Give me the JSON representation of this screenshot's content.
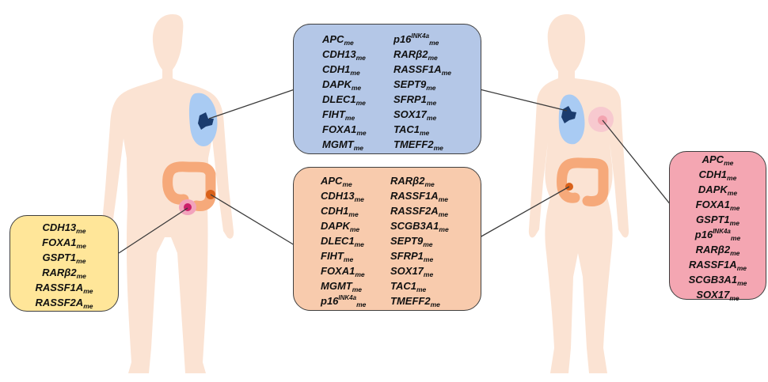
{
  "boxes": {
    "lung": {
      "color": "#b4c7e7",
      "left": [
        {
          "g": "APC",
          "sub": "me"
        },
        {
          "g": "CDH13",
          "sub": "me"
        },
        {
          "g": "CDH1",
          "sub": "me"
        },
        {
          "g": "DAPK",
          "sub": "me"
        },
        {
          "g": "DLEC1",
          "sub": "me"
        },
        {
          "g": "FIHT",
          "sub": "me"
        },
        {
          "g": "FOXA1",
          "sub": "me"
        },
        {
          "g": "MGMT",
          "sub": "me"
        }
      ],
      "right": [
        {
          "g": "p16",
          "sup": "INK4a",
          "sub": "me"
        },
        {
          "g": "RARβ2",
          "sub": "me"
        },
        {
          "g": "RASSF1A",
          "sub": "me"
        },
        {
          "g": "SEPT9",
          "sub": "me"
        },
        {
          "g": "SFRP1",
          "sub": "me"
        },
        {
          "g": "SOX17",
          "sub": "me"
        },
        {
          "g": "TAC1",
          "sub": "me"
        },
        {
          "g": "TMEFF2",
          "sub": "me"
        }
      ]
    },
    "colon": {
      "color": "#f8cbad",
      "left": [
        {
          "g": "APC",
          "sub": "me"
        },
        {
          "g": "CDH13",
          "sub": "me"
        },
        {
          "g": "CDH1",
          "sub": "me"
        },
        {
          "g": "DAPK",
          "sub": "me"
        },
        {
          "g": "DLEC1",
          "sub": "me"
        },
        {
          "g": "FIHT",
          "sub": "me"
        },
        {
          "g": "FOXA1",
          "sub": "me"
        },
        {
          "g": "MGMT",
          "sub": "me"
        },
        {
          "g": "p16",
          "sup": "INK4a",
          "sub": "me"
        }
      ],
      "right": [
        {
          "g": "RARβ2",
          "sub": "me"
        },
        {
          "g": "RASSF1A",
          "sub": "me"
        },
        {
          "g": "RASSF2A",
          "sub": "me"
        },
        {
          "g": "SCGB3A1",
          "sub": "me"
        },
        {
          "g": "SEPT9",
          "sub": "me"
        },
        {
          "g": "SFRP1",
          "sub": "me"
        },
        {
          "g": "SOX17",
          "sub": "me"
        },
        {
          "g": "TAC1",
          "sub": "me"
        },
        {
          "g": "TMEFF2",
          "sub": "me"
        }
      ]
    },
    "prostate": {
      "color": "#ffe699",
      "items": [
        {
          "g": "CDH13",
          "sub": "me"
        },
        {
          "g": "FOXA1",
          "sub": "me"
        },
        {
          "g": "GSPT1",
          "sub": "me"
        },
        {
          "g": "RARβ2",
          "sub": "me"
        },
        {
          "g": "RASSF1A",
          "sub": "me"
        },
        {
          "g": "RASSF2A",
          "sub": "me"
        }
      ]
    },
    "breast": {
      "color": "#f4a6b2",
      "items": [
        {
          "g": "APC",
          "sub": "me"
        },
        {
          "g": "CDH1",
          "sub": "me"
        },
        {
          "g": "DAPK",
          "sub": "me"
        },
        {
          "g": "FOXA1",
          "sub": "me"
        },
        {
          "g": "GSPT1",
          "sub": "me"
        },
        {
          "g": "p16",
          "sup": "INK4a",
          "sub": "me"
        },
        {
          "g": "RARβ2",
          "sub": "me"
        },
        {
          "g": "RASSF1A",
          "sub": "me"
        },
        {
          "g": "SCGB3A1",
          "sub": "me"
        },
        {
          "g": "SOX17",
          "sub": "me"
        }
      ]
    }
  },
  "colors": {
    "skin": "#fbe3d3",
    "lung": "#a9cbf3",
    "lung_tumor": "#1b3c6e",
    "colon": "#f6a97a",
    "colon_tumor": "#d9621b",
    "prostate": "#f2a3bc",
    "prostate_tumor": "#cc1f6b",
    "breast_halo": "#f7c9cf",
    "breast_tumor": "#f3a4b0",
    "line": "#3a3a3a"
  }
}
